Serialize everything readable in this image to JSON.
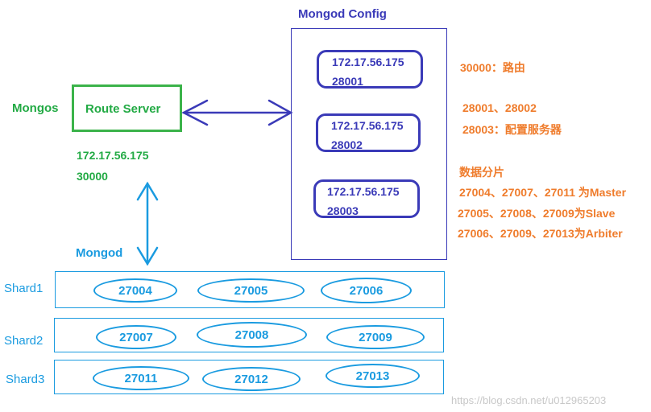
{
  "mongod_config": {
    "title": "Mongod Config",
    "nodes": [
      {
        "ip": "172.17.56.175",
        "port": "28001"
      },
      {
        "ip": "172.17.56.175",
        "port": "28002"
      },
      {
        "ip": "172.17.56.175",
        "port": "28003"
      }
    ]
  },
  "mongos": {
    "label": "Mongos",
    "box_label": "Route Server",
    "ip": "172.17.56.175",
    "port": "30000"
  },
  "mongod": {
    "label": "Mongod"
  },
  "shards": [
    {
      "name": "Shard1",
      "ports": [
        "27004",
        "27005",
        "27006"
      ]
    },
    {
      "name": "Shard2",
      "ports": [
        "27007",
        "27008",
        "27009"
      ]
    },
    {
      "name": "Shard3",
      "ports": [
        "27011",
        "27012",
        "27013"
      ]
    }
  ],
  "notes": {
    "route": "30000：路由",
    "config_ports": "28001、28002",
    "config_server": "28003：配置服务器",
    "sharding_title": "数据分片",
    "master": "27004、27007、27011 为Master",
    "slave": "27005、27008、27009为Slave",
    "arbiter": "27006、27009、27013为Arbiter"
  },
  "watermark": "https://blog.csdn.net/u012965203",
  "colors": {
    "mongos": "#22aa44",
    "config": "#3a3ab8",
    "mongod": "#1a9be0",
    "notes": "#ef7c2c"
  }
}
